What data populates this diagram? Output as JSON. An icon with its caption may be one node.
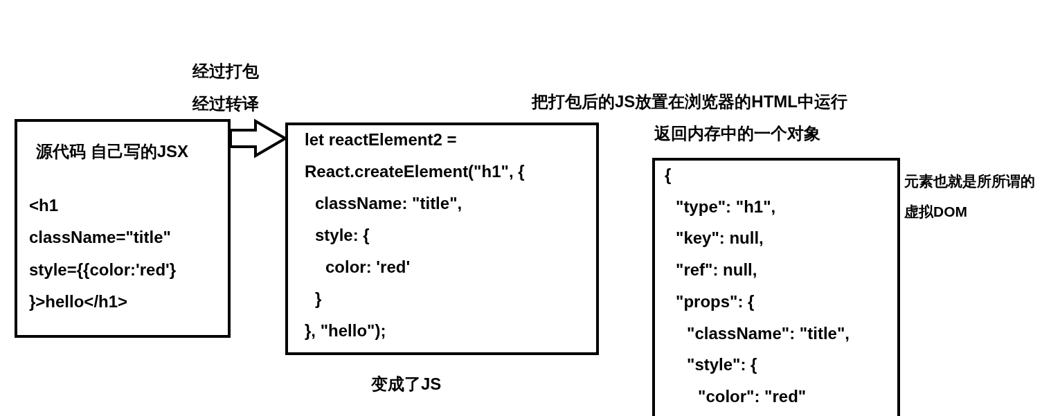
{
  "diagram": {
    "nodes": [
      {
        "text": [
          "源代码 自己写的JSX",
          "<h1",
          "className=\"title\"",
          "style={{color:'red'}",
          "}>hello</h1>"
        ]
      },
      {
        "text": [
          "let reactElement2 =",
          "React.createElement(\"h1\", {",
          "className: \"title\",",
          "style: {",
          "color: 'red'",
          "}",
          "}, \"hello\");"
        ]
      },
      {
        "text": [
          "{",
          "\"type\": \"h1\",",
          "\"key\": null,",
          "\"ref\": null,",
          "\"props\": {",
          "\"className\": \"title\",",
          "\"style\": {",
          "\"color\": \"red\""
        ],
        "beside": [
          "元素也就是所所谓的虚拟DOM"
        ]
      }
    ],
    "edges": [
      {
        "from": 0,
        "to": 1,
        "arrow": "to",
        "style": "thick"
      }
    ],
    "labels": [
      "经过打包",
      "经过转译",
      "把打包后的JS放置在浏览器的HTML中运行",
      "返回内存中的一个对象",
      "变成了JS"
    ]
  }
}
